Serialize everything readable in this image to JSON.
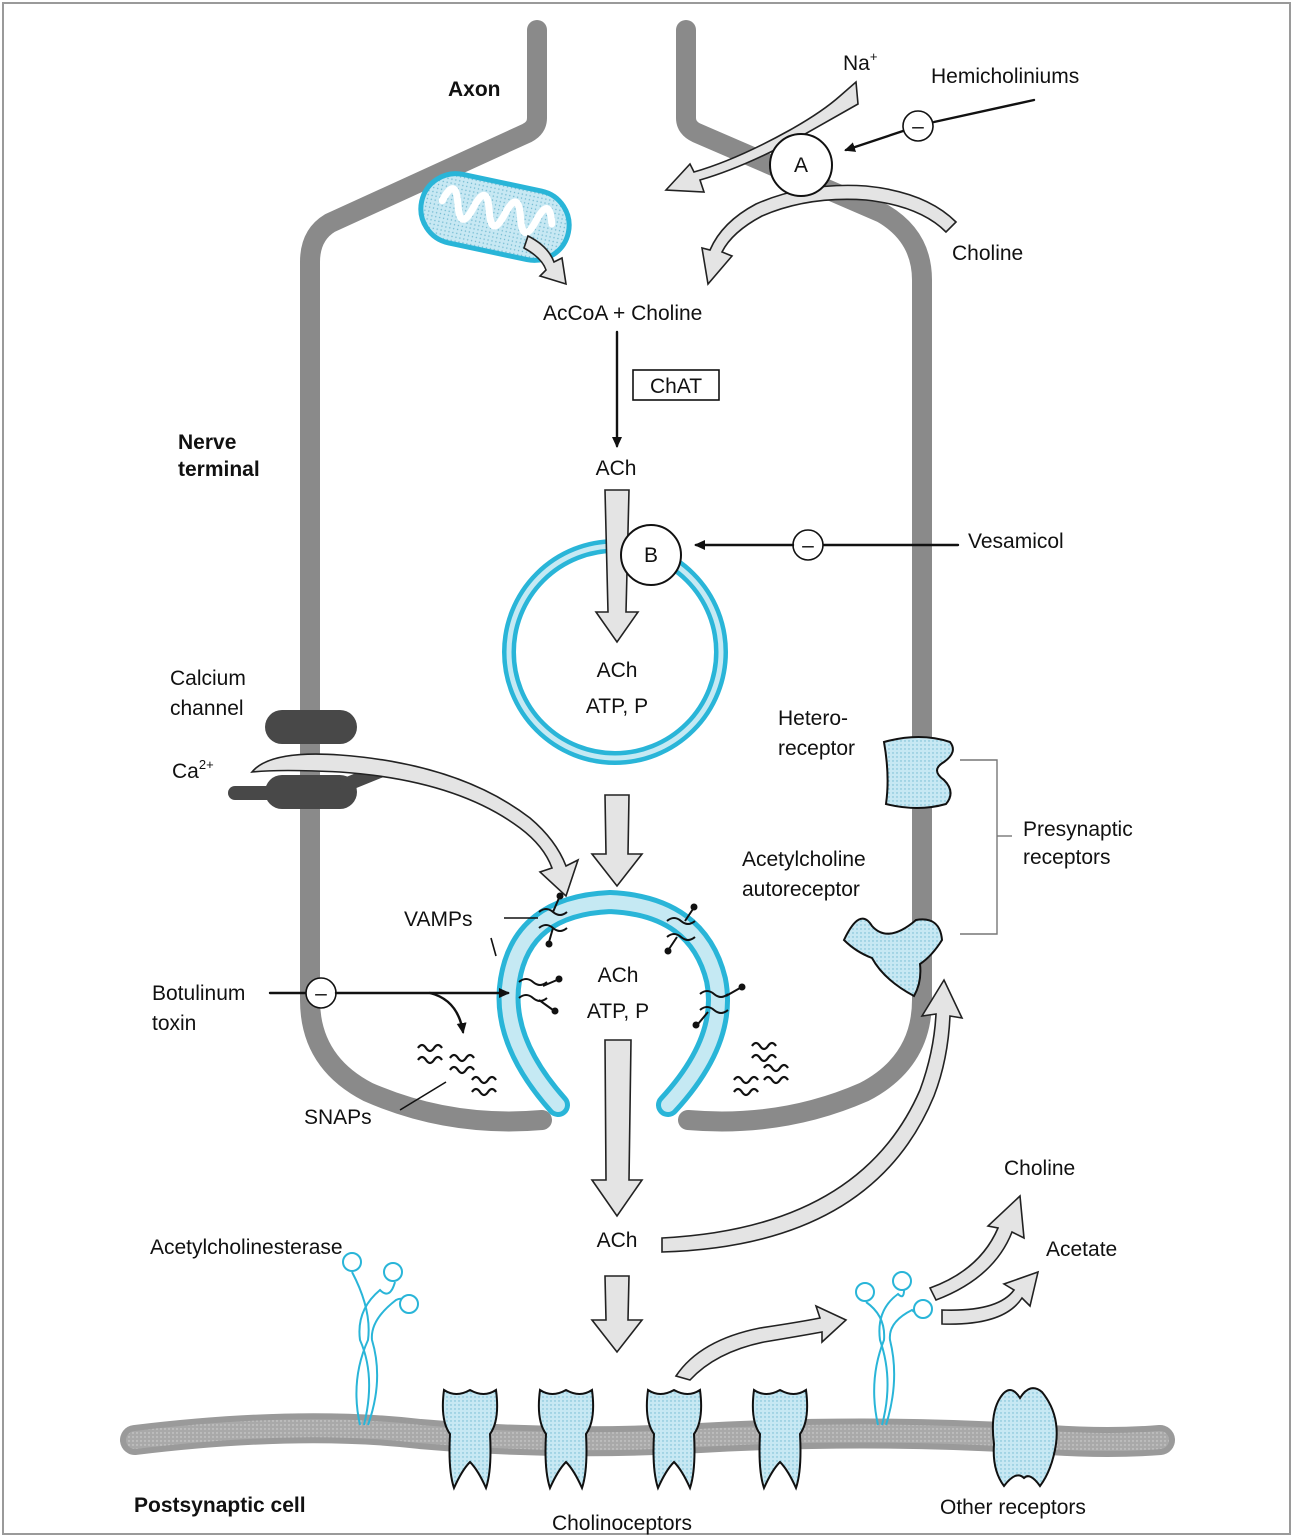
{
  "labels": {
    "axon": "Axon",
    "na": "Na",
    "na_charge": "+",
    "hemicholiniums": "Hemicholiniums",
    "transporter_a": "A",
    "choline_uptake": "Choline",
    "accoa_choline": "AcCoA + Choline",
    "chat": "ChAT",
    "ach_cytoplasm": "ACh",
    "nerve_terminal_1": "Nerve",
    "nerve_terminal_2": "terminal",
    "transporter_b": "B",
    "vesamicol": "Vesamicol",
    "vesicle_contents_1": "ACh",
    "vesicle_contents_2": "ATP, P",
    "calcium_channel_1": "Calcium",
    "calcium_channel_2": "channel",
    "ca": "Ca",
    "ca_charge": "2+",
    "heteroreceptor_1": "Hetero-",
    "heteroreceptor_2": "receptor",
    "presynaptic_receptors_1": "Presynaptic",
    "presynaptic_receptors_2": "receptors",
    "autoreceptor_1": "Acetylcholine",
    "autoreceptor_2": "autoreceptor",
    "vamps": "VAMPs",
    "fusing_contents_1": "ACh",
    "fusing_contents_2": "ATP, P",
    "botulinum_1": "Botulinum",
    "botulinum_2": "toxin",
    "snaps": "SNAPs",
    "ach_cleft": "ACh",
    "choline_product": "Choline",
    "acetate_product": "Acetate",
    "acetylcholinesterase": "Acetylcholinesterase",
    "postsynaptic_cell": "Postsynaptic cell",
    "cholinoceptors": "Cholinoceptors",
    "other_receptors": "Other receptors",
    "inhibit_sign": "–"
  },
  "colors": {
    "membrane": "#8a8a8a",
    "vesicle": "#29b5d8",
    "vesicle_light": "#c5e9f3",
    "receptor": "#bfe6f1",
    "channel": "#484848",
    "arrow_fill": "#e4e4e4",
    "frame": "#9a9a9a"
  }
}
